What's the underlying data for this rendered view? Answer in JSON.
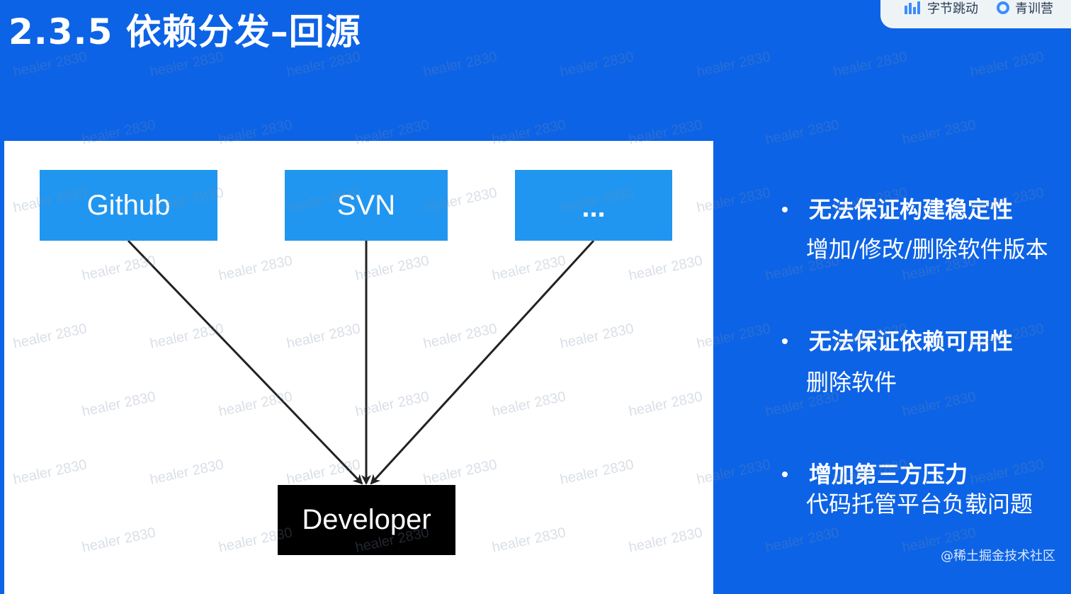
{
  "slide": {
    "title": "2.3.5 依赖分发–回源"
  },
  "logos": {
    "brand1": "字节跳动",
    "brand2": "青训营"
  },
  "diagram": {
    "sources": [
      {
        "label": "Github"
      },
      {
        "label": "SVN"
      },
      {
        "label": "..."
      }
    ],
    "target": "Developer"
  },
  "bullets": [
    {
      "head": "无法保证构建稳定性",
      "sub": "增加/修改/删除软件版本"
    },
    {
      "head": "无法保证依赖可用性",
      "sub": "删除软件"
    },
    {
      "head": "增加第三方压力",
      "sub": "代码托管平台负载问题"
    }
  ],
  "watermark": {
    "text": "healer 2830",
    "corner": "@稀土掘金技术社区"
  },
  "colors": {
    "background": "#0d63e6",
    "source_box": "#2196f0",
    "target_box": "#000000"
  }
}
